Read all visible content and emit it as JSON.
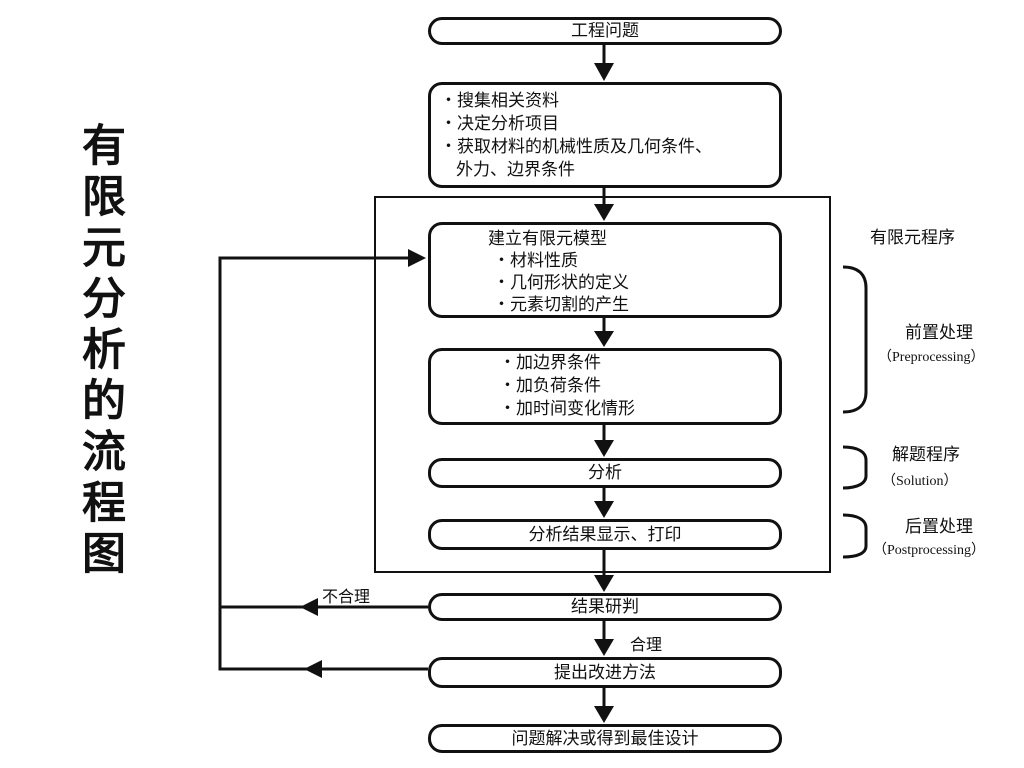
{
  "title": "有限元分析的流程图",
  "nodes": {
    "engineering_problem": "工程问题",
    "preparation": [
      "・搜集相关资料",
      "・决定分析项目",
      "・获取材料的机械性质及几何条件、",
      "外力、边界条件"
    ],
    "build_model": [
      "建立有限元模型",
      "・材料性质",
      "・几何形状的定义",
      "・元素切割的产生"
    ],
    "conditions": [
      "・加边界条件",
      "・加负荷条件",
      "・加时间变化情形"
    ],
    "analysis": "分析",
    "display_results": "分析结果显示、打印",
    "judge_results": "结果研判",
    "improve_method": "提出改进方法",
    "solved": "问题解决或得到最佳设计"
  },
  "edge_labels": {
    "unreasonable": "不合理",
    "reasonable": "合理"
  },
  "stages": {
    "program": "有限元程序",
    "preprocessing": {
      "zh": "前置处理",
      "en": "（Preprocessing）"
    },
    "solution": {
      "zh": "解题程序",
      "en": "（Solution）"
    },
    "postprocessing": {
      "zh": "后置处理",
      "en": "（Postprocessing）"
    }
  },
  "colors": {
    "ink": "#111111",
    "background": "#ffffff"
  }
}
